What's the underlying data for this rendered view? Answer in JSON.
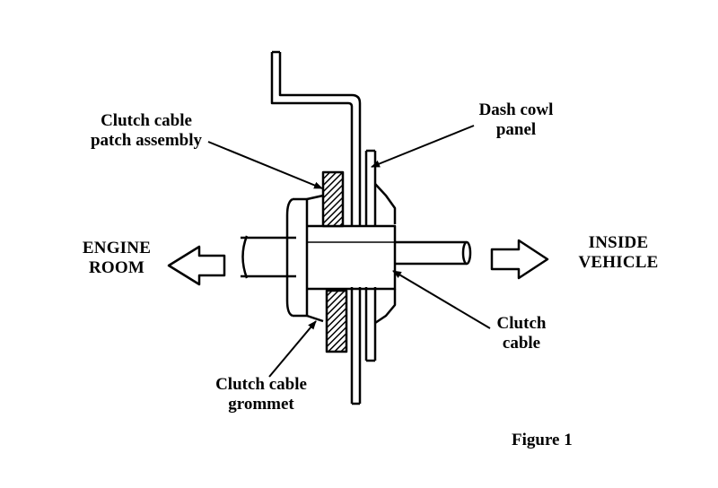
{
  "labels": {
    "patch_line1": "Clutch cable",
    "patch_line2": "patch assembly",
    "dash_line1": "Dash cowl",
    "dash_line2": "panel",
    "engine_line1": "ENGINE",
    "engine_line2": "ROOM",
    "inside_line1": "INSIDE",
    "inside_line2": "VEHICLE",
    "cable_line1": "Clutch",
    "cable_line2": "cable",
    "grommet_line1": "Clutch cable",
    "grommet_line2": "grommet"
  },
  "caption": "Figure 1",
  "colors": {
    "ink": "#000000",
    "paper": "#ffffff"
  }
}
